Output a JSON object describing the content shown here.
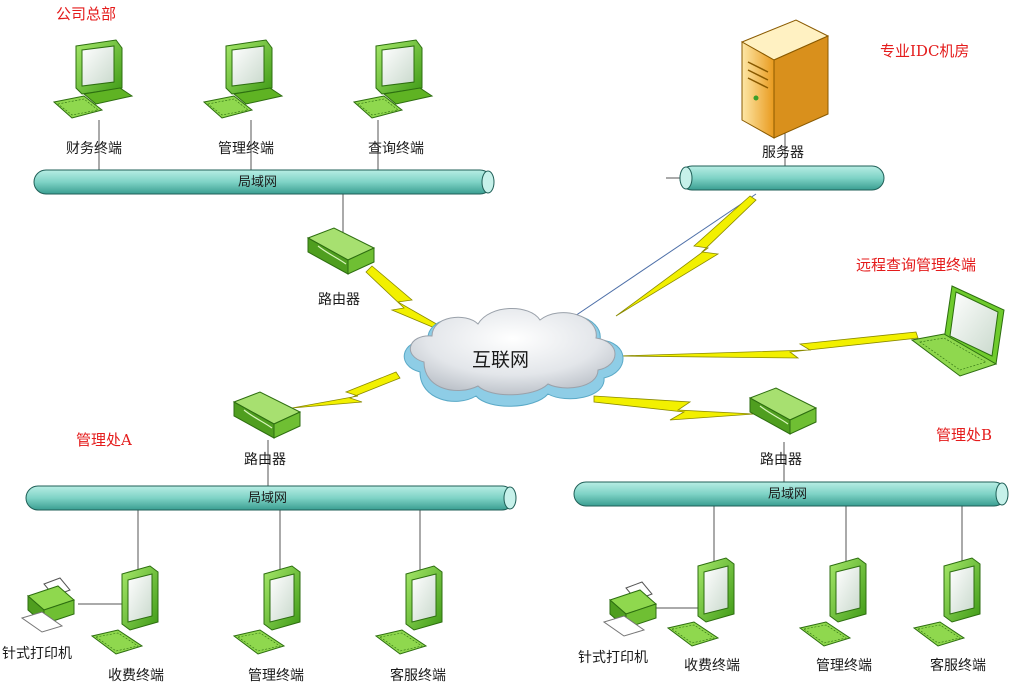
{
  "sections": {
    "hq": "公司总部",
    "idc": "专业IDC机房",
    "remote": "远程查询管理终端",
    "office_a": "管理处A",
    "office_b": "管理处B"
  },
  "hq": {
    "terminals": [
      "财务终端",
      "管理终端",
      "查询终端"
    ],
    "bus": "局域网",
    "router": "路由器"
  },
  "idc": {
    "server": "服务器"
  },
  "internet": "互联网",
  "office_a": {
    "router": "路由器",
    "bus": "局域网",
    "printer": "针式打印机",
    "terminals": [
      "收费终端",
      "管理终端",
      "客服终端"
    ]
  },
  "office_b": {
    "router": "路由器",
    "bus": "局域网",
    "printer": "针式打印机",
    "terminals": [
      "收费终端",
      "管理终端",
      "客服终端"
    ]
  },
  "colors": {
    "bus_fill": "#7fd3c6",
    "pc_green": "#6fcb2d",
    "router_green": "#74c33a",
    "lightning": "#f2f000",
    "label_red": "#e41b1b",
    "server_gold": "#f0b43c"
  }
}
